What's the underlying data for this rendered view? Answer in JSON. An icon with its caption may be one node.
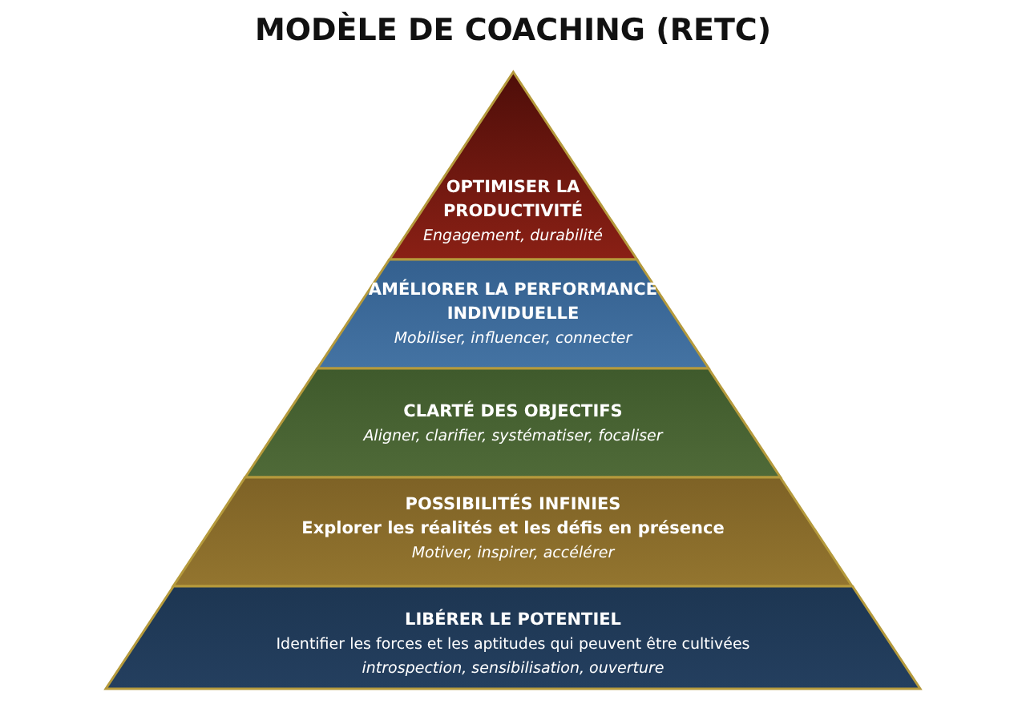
{
  "diagram": {
    "title": "MODÈLE DE COACHING (RETC)",
    "nodes": [
      {
        "text": [
          "OPTIMISER LA PRODUCTIVITÉ",
          "Engagement, durabilité"
        ]
      },
      {
        "text": [
          "AMÉLIORER LA PERFORMANCE INDIVIDUELLE",
          "Mobiliser, influencer, connecter"
        ]
      },
      {
        "text": [
          "CLARTÉ DES OBJECTIFS",
          "Aligner, clarifier, systématiser, focaliser"
        ]
      },
      {
        "text": [
          "POSSIBILITÉS INFINIES",
          "Explorer les réalités et les défis en présence",
          "Motiver, inspirer, accélérer"
        ]
      },
      {
        "text": [
          "LIBÉRER LE POTENTIEL",
          "Identifier les forces et les aptitudes qui peuvent être cultivées",
          "introspection, sensibilisation, ouverture"
        ]
      }
    ]
  }
}
